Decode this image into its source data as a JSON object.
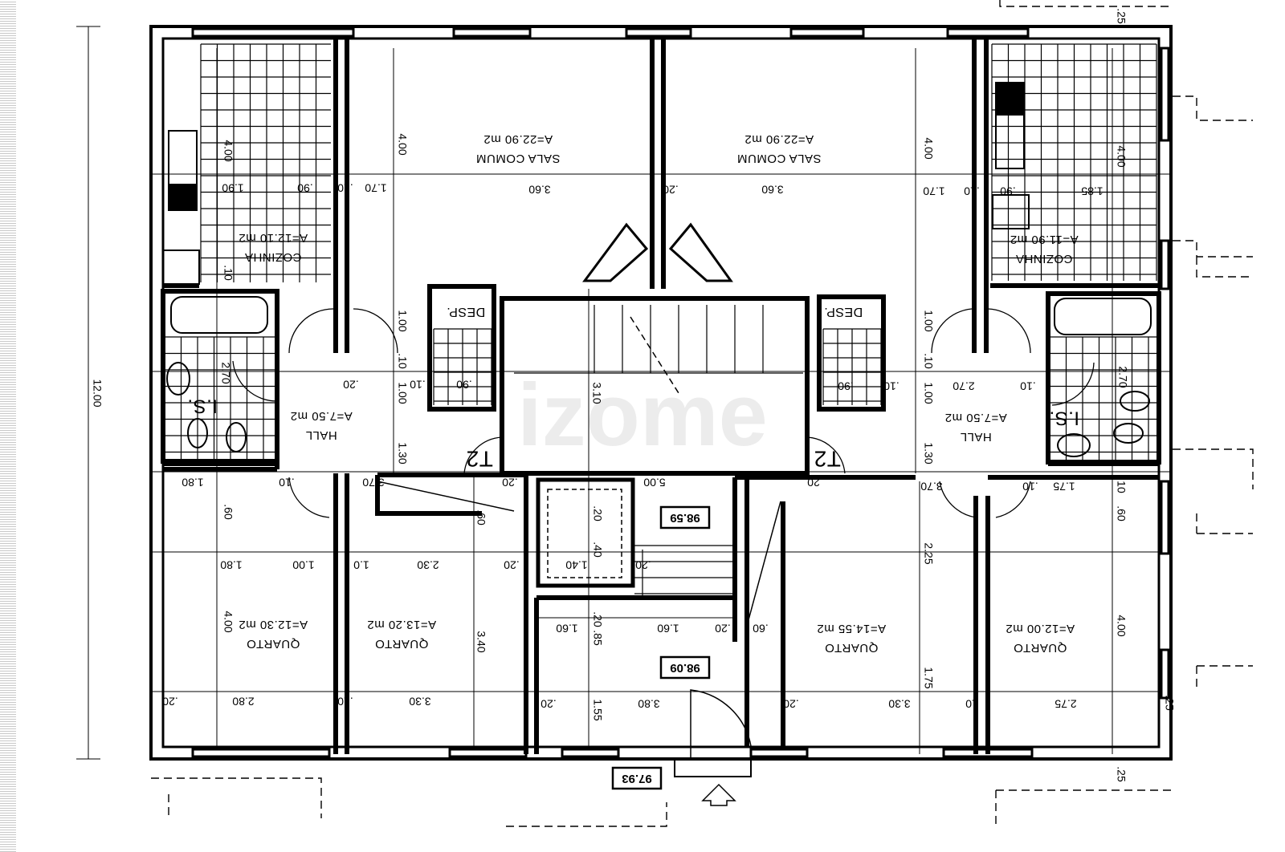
{
  "plan": {
    "overall_dimension": "12.00",
    "watermark": "izome",
    "rooms": [
      {
        "name": "SALA COMUM",
        "area": "A=22.90 m2"
      },
      {
        "name": "SALA COMUM",
        "area": "A=22.90 m2"
      },
      {
        "name": "COZINHA",
        "area": "A=12.10 m2"
      },
      {
        "name": "COZINHA",
        "area": "A=11.90 m2"
      },
      {
        "name": "HALL",
        "area": "A=7.50 m2"
      },
      {
        "name": "HALL",
        "area": "A=7.50 m2"
      },
      {
        "name": "QUARTO",
        "area": "A=12.30 m2"
      },
      {
        "name": "QUARTO",
        "area": "A=13.20 m2"
      },
      {
        "name": "QUARTO",
        "area": "A=14.55 m2"
      },
      {
        "name": "QUARTO",
        "area": "A=12.00 m2"
      }
    ],
    "small_labels": [
      "I.S.",
      "I.S.",
      "DESP.",
      "DESP.",
      "T2",
      "T2"
    ],
    "levels": [
      "98.59",
      "98.09",
      "97.93"
    ],
    "dims": [
      "4.00",
      "1.90",
      ".90",
      ".10",
      "1.70",
      "4.00",
      "3.60",
      ".20",
      "3.60",
      "1.70",
      ".10",
      ".90",
      "1.85",
      "4.00",
      "4.00",
      ".10",
      "1.00",
      ".10",
      "1.00",
      "1.30",
      ".20",
      ".10",
      ".90",
      "2.70",
      "3.10",
      "1.00",
      ".10",
      "1.00",
      "1.30",
      ".90",
      ".10",
      "2.70",
      ".10",
      "2.70",
      "1.80",
      ".10",
      "3.70",
      ".20",
      "5.00",
      ".20",
      "3.70",
      ".10",
      "1.75",
      ".10",
      ".60",
      ".60",
      ".60",
      ".20",
      ".40",
      "1.40",
      ".20",
      "1.80",
      "1.00",
      "1.0",
      "2.30",
      ".20",
      "2.25",
      "4.00",
      "3.40",
      "4.00",
      "1.60",
      ".20",
      ".85",
      "1.60",
      ".20",
      ".60",
      "1.75",
      ".20",
      "2.80",
      ".10",
      "3.30",
      ".20",
      "1.55",
      "3.80",
      ".20",
      "3.30",
      "10",
      "2.75",
      ".25",
      ".25",
      ".25"
    ]
  }
}
